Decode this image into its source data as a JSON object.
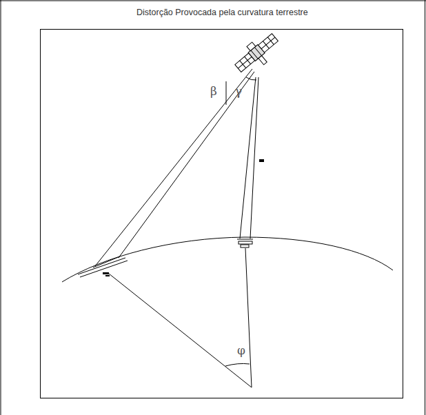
{
  "diagram": {
    "title": "Distorção Provocada pela curvatura terrestre",
    "labels": [
      "β",
      "γ",
      "φ"
    ]
  }
}
